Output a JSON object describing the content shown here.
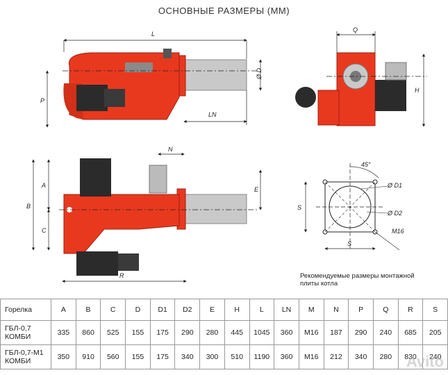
{
  "title": "ОСНОВНЫЕ РАЗМЕРЫ (ММ)",
  "colors": {
    "burner_red": "#e8391f",
    "pipe_gray": "#c9c9c9",
    "motor_dark": "#2b2b2b"
  },
  "dim_labels": {
    "L": "L",
    "LN": "LN",
    "P": "P",
    "D": "Ø D",
    "Q": "Q",
    "H": "H",
    "N": "N",
    "A": "A",
    "B": "B",
    "C": "C",
    "E": "E",
    "R": "R",
    "angle": "45°",
    "D1": "Ø D1",
    "D2": "Ø D2",
    "M16": "M16",
    "S1": "S",
    "S2": "S"
  },
  "plate_caption": "Рекомендуемые размеры монтажной плиты котла",
  "table": {
    "headers": [
      "Горелка",
      "A",
      "B",
      "C",
      "D",
      "D1",
      "D2",
      "E",
      "H",
      "L",
      "LN",
      "M",
      "N",
      "P",
      "Q",
      "R",
      "S"
    ],
    "rows": [
      [
        "ГБЛ-0,7 КОМБИ",
        "335",
        "860",
        "525",
        "155",
        "175",
        "290",
        "280",
        "445",
        "1045",
        "360",
        "M16",
        "187",
        "290",
        "240",
        "685",
        "205"
      ],
      [
        "ГБЛ-0,7-М1 КОМБИ",
        "350",
        "910",
        "560",
        "155",
        "175",
        "340",
        "300",
        "510",
        "1190",
        "360",
        "M16",
        "212",
        "340",
        "280",
        "830",
        "240"
      ]
    ]
  },
  "watermark": "Avito"
}
